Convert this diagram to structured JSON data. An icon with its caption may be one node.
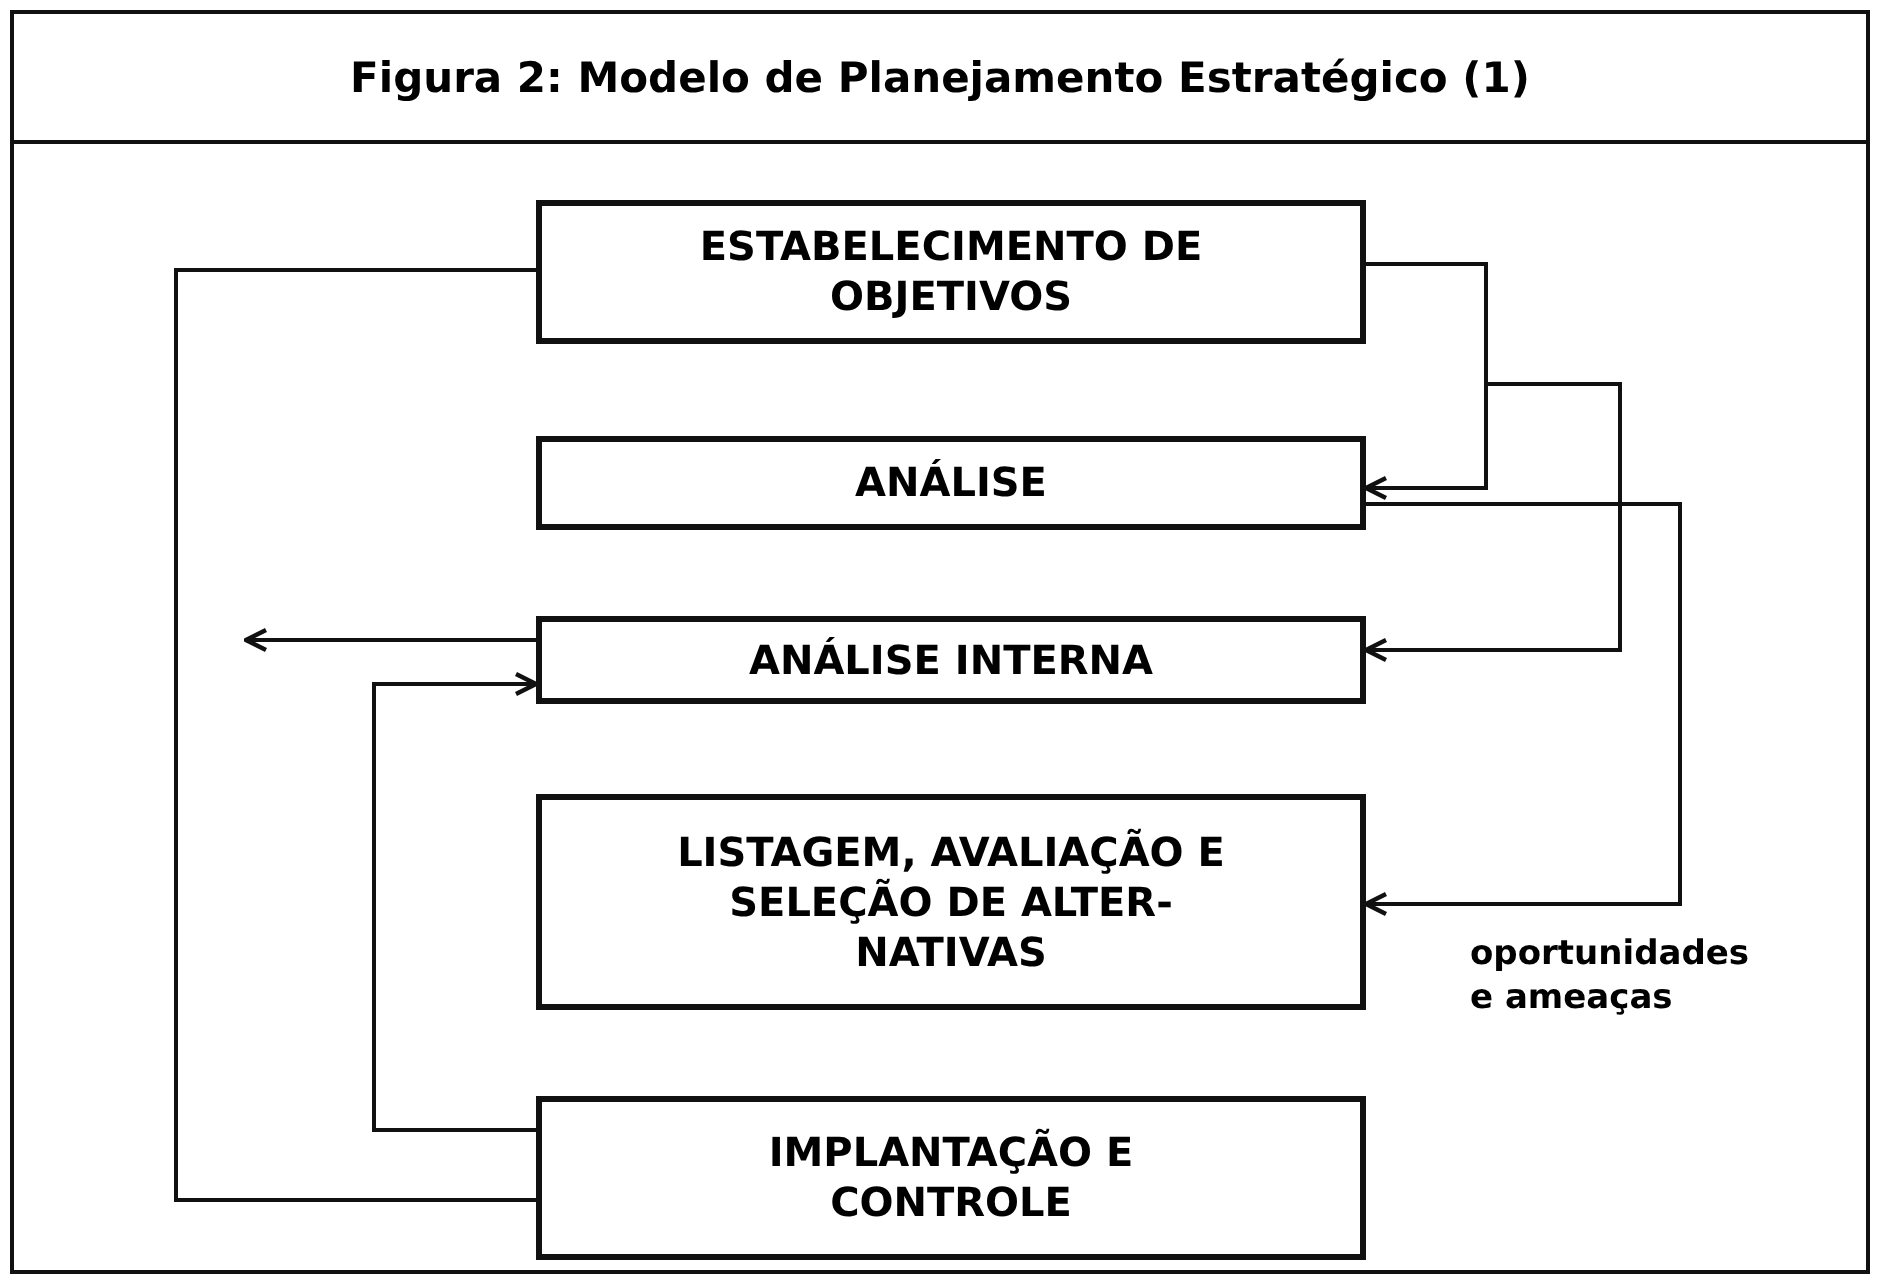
{
  "diagram": {
    "title": "Figura 2: Modelo de Planejamento Estratégico (1)",
    "nodes": [
      {
        "text": [
          "ESTABELECIMENTO DE OBJETIVOS"
        ]
      },
      {
        "text": [
          "ANÁLISE"
        ]
      },
      {
        "text": [
          "ANÁLISE INTERNA"
        ]
      },
      {
        "text": [
          "LISTAGEM, AVALIAÇÃO E SELEÇÃO DE ALTER- NATIVAS"
        ]
      },
      {
        "text": [
          "IMPLANTAÇÃO E CONTROLE"
        ]
      }
    ],
    "edges": [
      {
        "from": 0,
        "to": 1,
        "arrow": "to"
      },
      {
        "from": 0,
        "to": 2,
        "arrow": "to"
      },
      {
        "from": 1,
        "to": 3,
        "arrow": "to",
        "label": "oportunidades e ameaças"
      },
      {
        "from": 2,
        "to": null,
        "arrow": "to"
      },
      {
        "from": 4,
        "to": 2,
        "arrow": "to"
      },
      {
        "from": 4,
        "to": 0,
        "arrow": "none"
      }
    ]
  }
}
